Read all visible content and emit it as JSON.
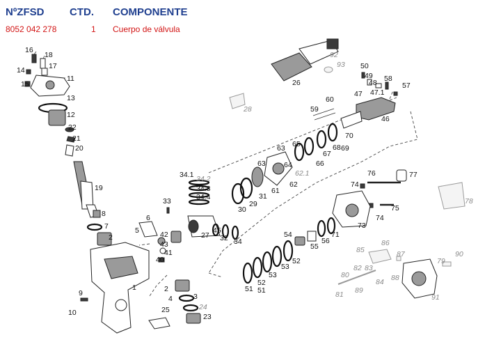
{
  "header": {
    "col_ref": "NºZFSD",
    "col_qty": "CTD.",
    "col_component": "COMPONENTE"
  },
  "selected_row": {
    "ref": "8052 042 278",
    "qty": "1",
    "component": "Cuerpo de válvula"
  },
  "labels": [
    "16",
    "18",
    "14",
    "17",
    "15",
    "11",
    "13",
    "12",
    "22",
    "21",
    "20",
    "19",
    "8",
    "7",
    "2",
    "10",
    "9",
    "1",
    "26",
    "92",
    "93",
    "28",
    "50",
    "49",
    "48",
    "47",
    "47.1",
    "58",
    "57",
    "46",
    "59",
    "60",
    "70",
    "69",
    "68",
    "67",
    "66",
    "65",
    "64",
    "63",
    "63",
    "62.1",
    "62",
    "61",
    "31",
    "30",
    "29",
    "34.1",
    "34.2",
    "34.3",
    "34.4",
    "33",
    "6",
    "5",
    "42",
    "43",
    "41",
    "40",
    "27",
    "45",
    "32",
    "34",
    "25",
    "4",
    "3",
    "24",
    "23",
    "2",
    "76",
    "77",
    "74",
    "75",
    "74",
    "73",
    "78",
    "54",
    "55",
    "56",
    "71",
    "53",
    "52",
    "51",
    "52",
    "53",
    "51",
    "85",
    "86",
    "87",
    "80",
    "82",
    "83",
    "84",
    "88",
    "89",
    "81",
    "79",
    "90",
    "91",
    "73"
  ],
  "gray_labels": [
    "92",
    "93",
    "28",
    "34.2",
    "62.1",
    "78",
    "24",
    "85",
    "86",
    "87",
    "80",
    "82",
    "83",
    "84",
    "88",
    "89",
    "81",
    "79",
    "90",
    "91"
  ]
}
